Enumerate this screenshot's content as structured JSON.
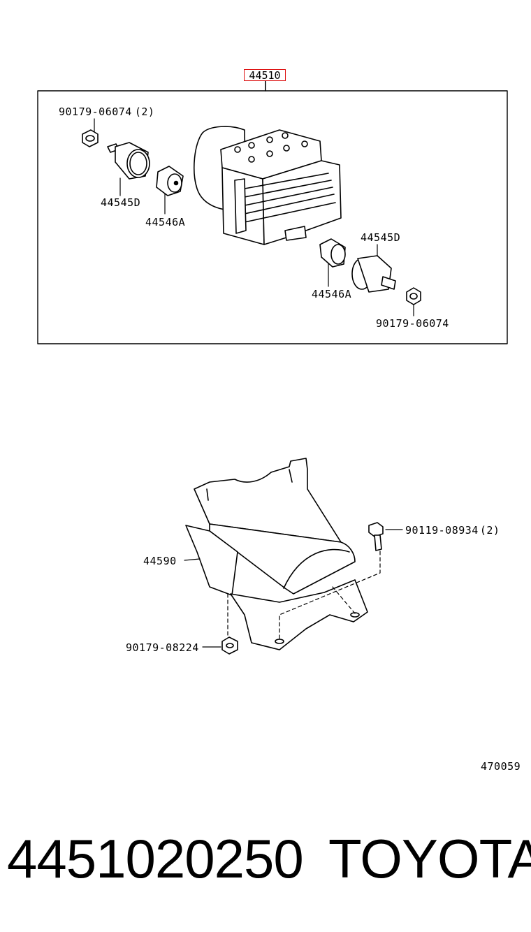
{
  "assembly": {
    "callout": "44510",
    "parts": {
      "nut_top": "90179-06074",
      "nut_top_qty": "(2)",
      "plug_left": "44545D",
      "bushing_left": "44546A",
      "plug_right": "44545D",
      "bushing_right": "44546A",
      "nut_bottom": "90179-06074"
    }
  },
  "bracket": {
    "bracket_part": "44590",
    "bolt": "90119-08934",
    "bolt_qty": "(2)",
    "nut": "90179-08224"
  },
  "diagram_id": "470059",
  "footer": {
    "part_number": "4451020250",
    "brand": "TOYOTA"
  },
  "colors": {
    "callout_border": "#d11111",
    "line": "#000000"
  }
}
